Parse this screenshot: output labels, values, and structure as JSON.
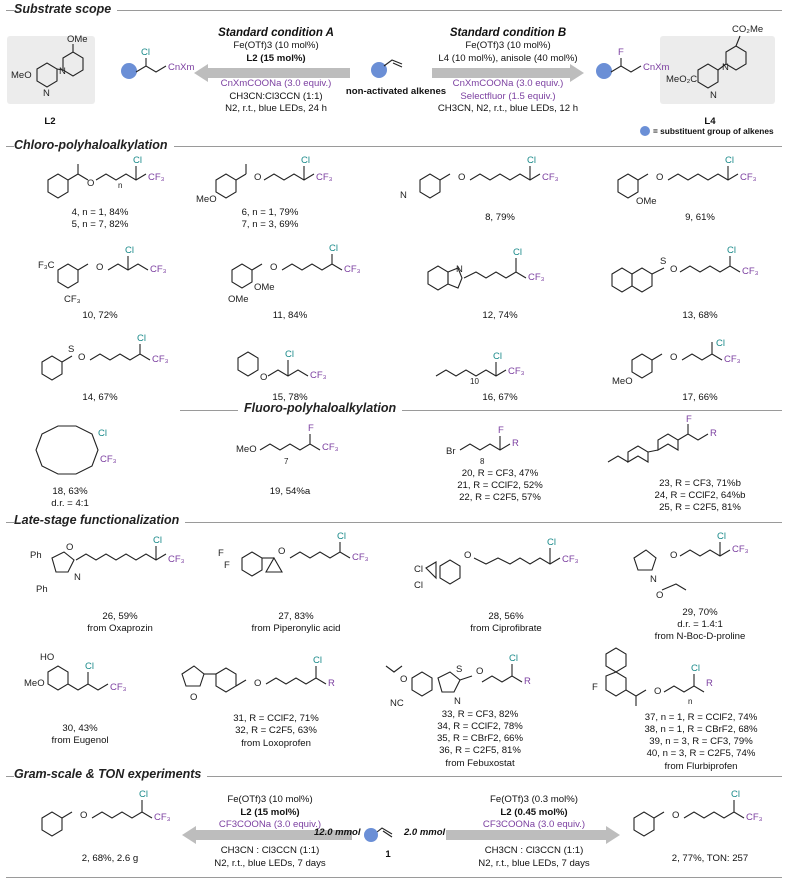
{
  "sections": {
    "substrate_scope": "Substrate scope",
    "chloro": "Chloro-polyhaloalkylation",
    "fluoro": "Fluoro-polyhaloalkylation",
    "late_stage": "Late-stage functionalization",
    "gram_scale": "Gram-scale & TON experiments"
  },
  "header": {
    "condA": {
      "title": "Standard condition A",
      "l1": "Fe(OTf)3 (10 mol%)",
      "l2": "L2 (15 mol%)",
      "l3": "CnXmCOONa (3.0 equiv.)",
      "l4": "CH3CN:Cl3CCN (1:1)",
      "l5": "N2, r.t., blue LEDs, 24 h"
    },
    "condB": {
      "title": "Standard condition B",
      "l1": "Fe(OTf)3 (10 mol%)",
      "l2": "L4 (10 mol%), anisole (40 mol%)",
      "l3": "CnXmCOONa (3.0 equiv.)",
      "l4": "Selectfluor (1.5 equiv.)",
      "l5": "CH3CN, N2, r.t., blue LEDs, 12 h"
    },
    "center_label": "non-activated alkenes",
    "legend": "= substituent group of alkenes",
    "L2": "L2",
    "L4": "L4",
    "prodA_x": "Cl",
    "prodA_chain": "CnXm",
    "prodB_x": "F",
    "prodB_chain": "CnXm"
  },
  "compounds_row1": [
    {
      "l1": "4, n = 1, 84%",
      "l2": "5, n = 7, 82%"
    },
    {
      "l1": "6, n = 1, 79%",
      "l2": "7, n = 3, 69%"
    },
    {
      "l1": "8, 79%"
    },
    {
      "l1": "9, 61%"
    }
  ],
  "compounds_row2": [
    "10, 72%",
    "11, 84%",
    "12, 74%",
    "13, 68%"
  ],
  "compounds_row3": [
    "14, 67%",
    "15, 78%",
    "16, 67%",
    "17, 66%"
  ],
  "fluoro_row": {
    "c18": "18, 63%",
    "c18dr": "d.r. = 4:1",
    "c19": "19, 54%a",
    "c20": "20, R = CF3, 47%",
    "c21": "21, R = CClF2, 52%",
    "c22": "22, R = C2F5, 57%",
    "c23": "23, R = CF3, 71%b",
    "c24": "24, R = CClF2, 64%b",
    "c25": "25, R = C2F5, 81%"
  },
  "late_row1": [
    {
      "l1": "26, 59%",
      "l2": "from Oxaprozin"
    },
    {
      "l1": "27, 83%",
      "l2": "from Piperonylic acid"
    },
    {
      "l1": "28, 56%",
      "l2": "from Ciprofibrate"
    },
    {
      "l1": "29, 70%",
      "l2": "d.r. = 1.4:1",
      "l3": "from N-Boc-D-proline"
    }
  ],
  "late_row2": {
    "c30": "30, 43%",
    "c30f": "from Eugenol",
    "c31": "31, R = CClF2, 71%",
    "c32": "32, R = C2F5, 63%",
    "c31f": "from Loxoprofen",
    "c33": "33, R = CF3, 82%",
    "c34": "34, R = CClF2, 78%",
    "c35": "35, R = CBrF2, 66%",
    "c36": "36, R = C2F5, 81%",
    "c33f": "from Febuxostat",
    "c37": "37, n = 1, R = CClF2, 74%",
    "c38": "38, n = 1, R = CBrF2, 68%",
    "c39": "39, n = 3, R = CF3, 79%",
    "c40": "40, n = 3, R = C2F5, 74%",
    "c37f": "from Flurbiprofen"
  },
  "gram": {
    "left_product": "2, 68%, 2.6 g",
    "left_c1": "Fe(OTf)3 (10 mol%)",
    "left_c2": "L2 (15 mol%)",
    "left_c3": "CF3COONa (3.0 equiv.)",
    "left_c4": "CH3CN : Cl3CCN (1:1)",
    "left_c5": "N2, r.t., blue LEDs, 7 days",
    "left_scale": "12.0 mmol",
    "center": "1",
    "right_scale": "2.0 mmol",
    "right_c1": "Fe(OTf)3 (0.3 mol%)",
    "right_c2": "L2 (0.45 mol%)",
    "right_c3": "CF3COONa (3.0 equiv.)",
    "right_c4": "CH3CN : Cl3CCN (1:1)",
    "right_c5": "N2, r.t., blue LEDs, 7 days",
    "right_product": "2, 77%, TON: 257"
  },
  "colors": {
    "chlorine": "#1a8a8a",
    "fluorine": "#7b3fa0",
    "arrow": "#bdbdbd",
    "dot": "#6b8fd6"
  }
}
